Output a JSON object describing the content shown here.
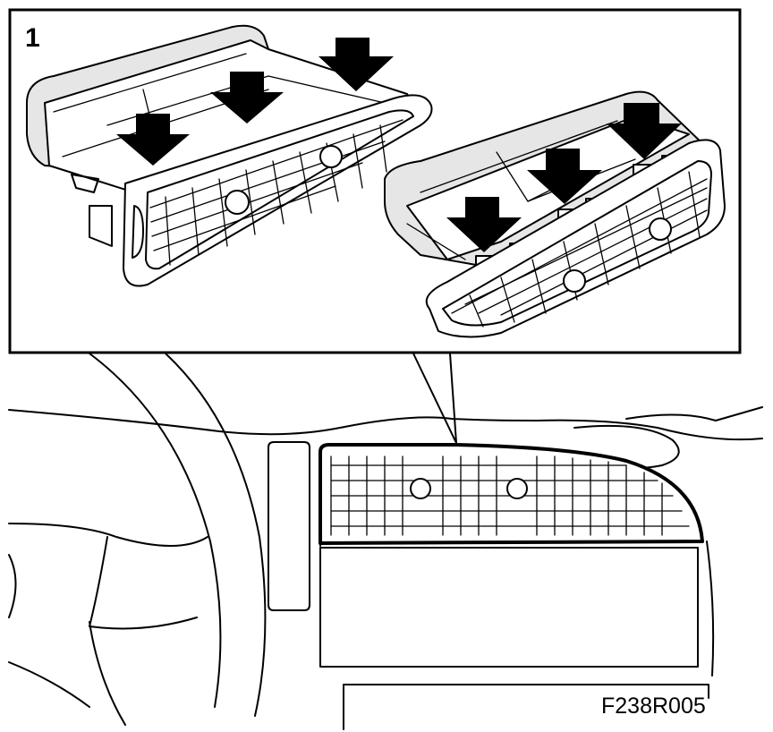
{
  "figure": {
    "callout_number": "1",
    "figure_code": "F238R005"
  },
  "arrows": {
    "left_vent_count": 3,
    "right_vent_count": 3,
    "direction": "down"
  },
  "icons": [
    "down-arrow-icon",
    "vent-knob-icon"
  ],
  "colors": {
    "line": "#000000",
    "background": "#ffffff"
  }
}
